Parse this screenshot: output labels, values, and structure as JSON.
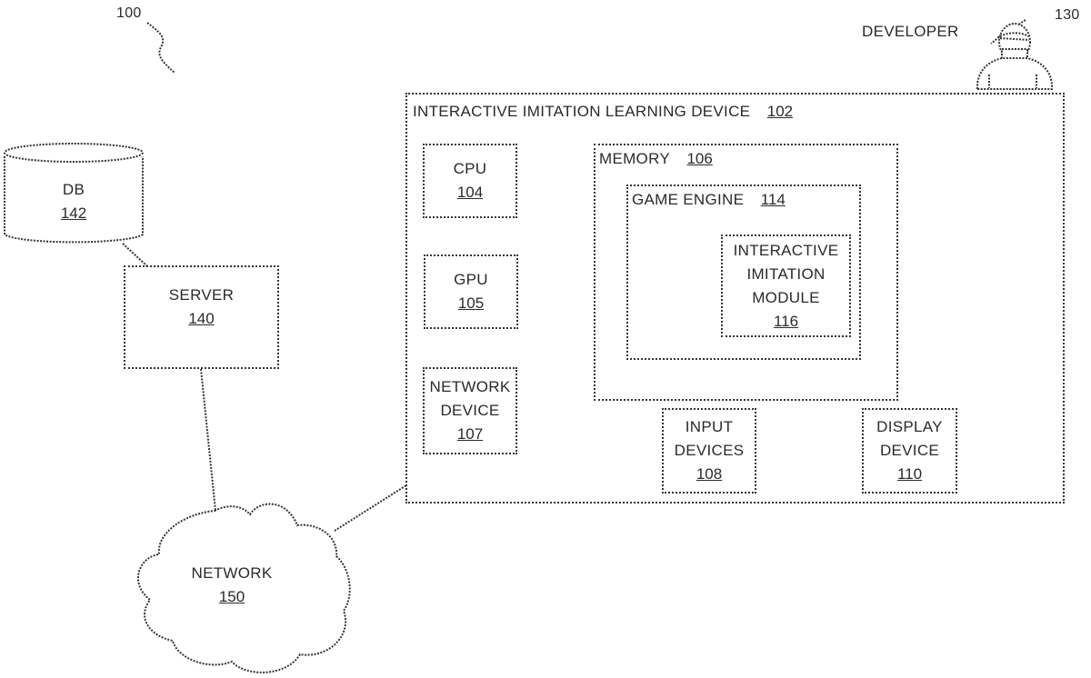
{
  "figure": {
    "ref": "100",
    "developer": {
      "label": "DEVELOPER",
      "ref": "130"
    },
    "device": {
      "label": "INTERACTIVE IMITATION LEARNING DEVICE",
      "ref": "102",
      "cpu": {
        "label": "CPU",
        "ref": "104"
      },
      "gpu": {
        "label": "GPU",
        "ref": "105"
      },
      "network_device": {
        "label_1": "NETWORK",
        "label_2": "DEVICE",
        "ref": "107"
      },
      "memory": {
        "label": "MEMORY",
        "ref": "106",
        "game_engine": {
          "label": "GAME ENGINE",
          "ref": "114",
          "module": {
            "label_1": "INTERACTIVE",
            "label_2": "IMITATION",
            "label_3": "MODULE",
            "ref": "116"
          }
        }
      },
      "input_devices": {
        "label_1": "INPUT",
        "label_2": "DEVICES",
        "ref": "108"
      },
      "display_device": {
        "label_1": "DISPLAY",
        "label_2": "DEVICE",
        "ref": "110"
      }
    },
    "db": {
      "label": "DB",
      "ref": "142"
    },
    "server": {
      "label": "SERVER",
      "ref": "140"
    },
    "network": {
      "label": "NETWORK",
      "ref": "150"
    }
  }
}
